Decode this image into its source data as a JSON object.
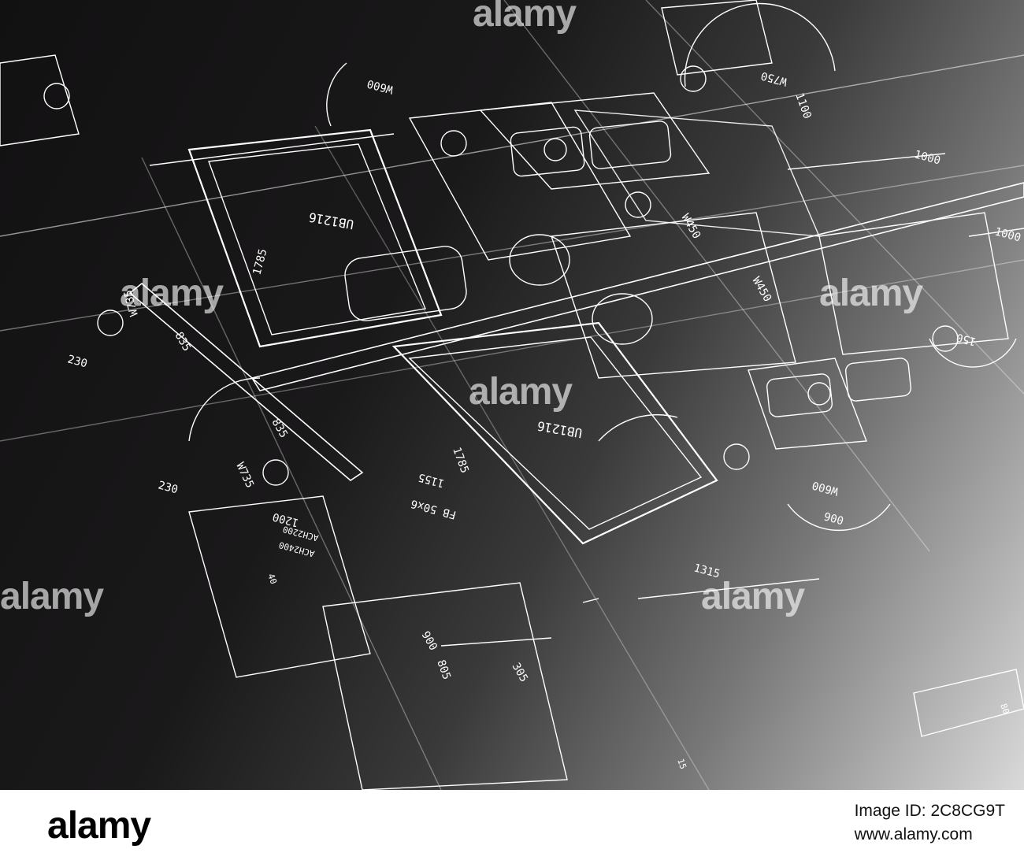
{
  "plan": {
    "labels": [
      "UB1216",
      "UB1216",
      "1785",
      "1785",
      "835",
      "835",
      "W735",
      "W735",
      "230",
      "230",
      "1155",
      "FB 50x6",
      "1200",
      "ACH2200",
      "ACH2400",
      "W600",
      "W600",
      "W750",
      "W450",
      "W450",
      "1100",
      "1000",
      "1000",
      "1315",
      "900",
      "305",
      "80",
      "40",
      "15",
      "150",
      "900",
      "805"
    ]
  },
  "watermarks": [
    "alamy",
    "alamy",
    "alamy",
    "alamy",
    "alamy",
    "alamy"
  ],
  "footer": {
    "logo": "alamy",
    "image_id": "Image ID: 2C8CG9T",
    "site": "www.alamy.com"
  }
}
